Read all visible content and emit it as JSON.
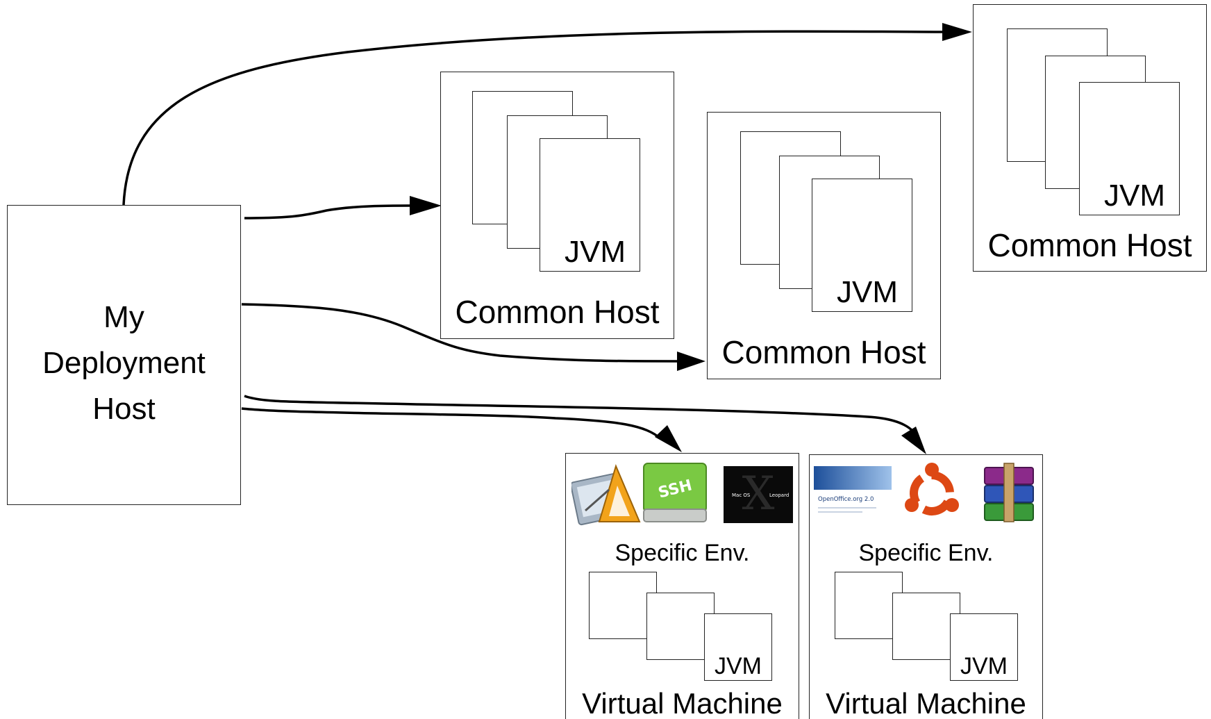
{
  "deployment_host": {
    "label": "My\nDeployment\nHost"
  },
  "common_hosts": [
    {
      "label": "Common Host",
      "jvm_label": "JVM"
    },
    {
      "label": "Common Host",
      "jvm_label": "JVM"
    },
    {
      "label": "Common Host",
      "jvm_label": "JVM"
    }
  ],
  "virtual_machines": [
    {
      "env_label": "Specific Env.",
      "label": "Virtual Machine",
      "jvm_label": "JVM",
      "icons": [
        {
          "name": "drafting-tools-icon"
        },
        {
          "name": "ssh-drive-icon",
          "text": "SSH"
        },
        {
          "name": "mac-os-x-leopard-icon",
          "text_left": "Mac OS",
          "text_right": "Leopard",
          "glyph": "X"
        }
      ]
    },
    {
      "env_label": "Specific Env.",
      "label": "Virtual Machine",
      "jvm_label": "JVM",
      "icons": [
        {
          "name": "openoffice-icon",
          "text": "OpenOffice.org 2.0"
        },
        {
          "name": "ubuntu-logo-icon"
        },
        {
          "name": "winrar-archive-icon"
        }
      ]
    }
  ],
  "colors": {
    "line": "#000000",
    "box_border": "#222222",
    "ubuntu": "#dd4814",
    "ssh_green": "#7ac943"
  }
}
